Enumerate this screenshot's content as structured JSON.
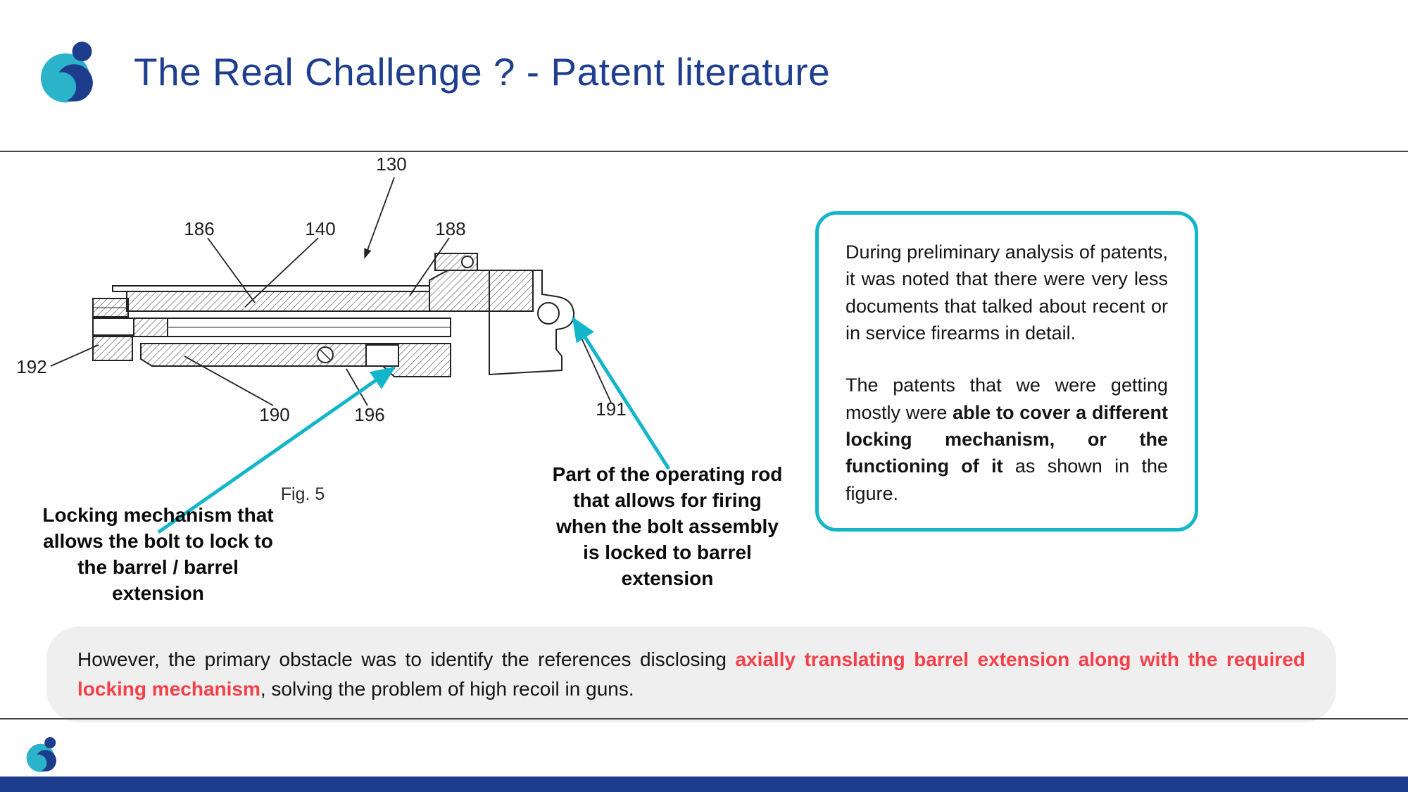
{
  "header": {
    "title": "The Real Challenge ? - Patent literature"
  },
  "figure": {
    "caption": "Fig. 5",
    "refs": [
      {
        "label": "130"
      },
      {
        "label": "186"
      },
      {
        "label": "140"
      },
      {
        "label": "188"
      },
      {
        "label": "192"
      },
      {
        "label": "190"
      },
      {
        "label": "196"
      },
      {
        "label": "191"
      }
    ]
  },
  "annotations": {
    "left": "Locking mechanism that allows the bolt to lock to the barrel / barrel extension",
    "right": "Part of the operating rod that allows for firing when the bolt assembly is locked to barrel extension"
  },
  "side_box": {
    "para1": "During preliminary analysis of patents, it was noted that there were very less documents that talked about recent or in service firearms in detail.",
    "para2_lead": "The patents that we were getting mostly were ",
    "para2_bold": "able to cover a different locking mechanism, or the functioning of it",
    "para2_tail": " as shown in the figure."
  },
  "bottom_box": {
    "lead": "However, the primary obstacle was to identify the references disclosing ",
    "highlight": "axially translating barrel extension along with the required locking mechanism",
    "tail": ", solving the problem of high recoil in guns."
  },
  "colors": {
    "accent_teal": "#13b6c9",
    "title_blue": "#1f3e8e",
    "footer_navy": "#1e3c8c",
    "highlight_red": "#f5404a",
    "panel_gray": "#efefef"
  }
}
